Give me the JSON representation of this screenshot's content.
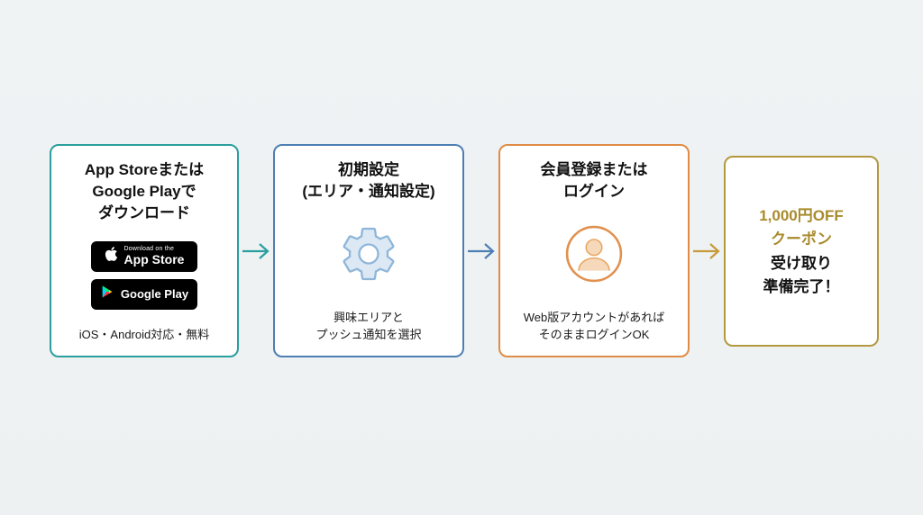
{
  "page": {
    "background": "#eff3f4"
  },
  "steps": [
    {
      "name": "download-app",
      "accent": "#2b9e9e",
      "title_lines": [
        "App Storeまたは",
        "Google Playで",
        "ダウンロード"
      ],
      "badges": {
        "app_store": {
          "tagline": "Download on the",
          "name": "App Store"
        },
        "google_play": {
          "name": "Google Play"
        }
      },
      "footer_lines": [
        "iOS・Android対応・無料"
      ]
    },
    {
      "name": "initial-setup",
      "accent": "#4d7fb3",
      "title_lines": [
        "初期設定",
        "(エリア・通知設定)"
      ],
      "icon": "gear-icon",
      "footer_lines": [
        "興味エリアと",
        "プッシュ通知を選択"
      ]
    },
    {
      "name": "register-or-login",
      "accent": "#e08c46",
      "title_lines": [
        "会員登録または",
        "ログイン"
      ],
      "icon": "user-icon",
      "footer_lines": [
        "Web版アカウントがあれば",
        "そのままログインOK"
      ]
    },
    {
      "name": "coupon-ready",
      "accent": "#b3983f",
      "highlight_color": "#a98b2d",
      "highlight_lines": [
        "1,000円OFF",
        "クーポン"
      ],
      "normal_lines": [
        "受け取り",
        "準備完了！"
      ]
    }
  ],
  "arrows": [
    {
      "color": "#2b9e9e"
    },
    {
      "color": "#4d7fb3"
    },
    {
      "color": "#c79a3a"
    }
  ]
}
